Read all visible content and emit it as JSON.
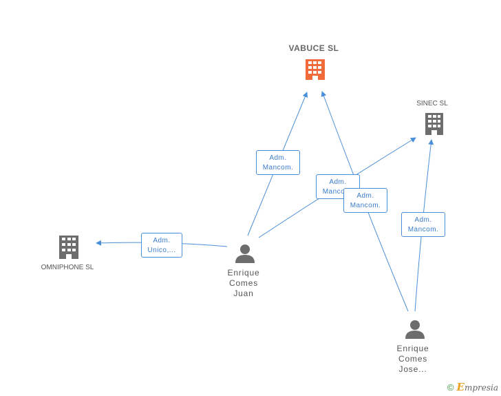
{
  "nodes": {
    "vabuce": {
      "label": "VABUCE SL",
      "icon": "building-icon",
      "color": "#f06a3a"
    },
    "sinec": {
      "label": "SINEC SL",
      "icon": "building-icon",
      "color": "#6d6d6d"
    },
    "omniphone": {
      "label": "OMNIPHONE SL",
      "icon": "building-icon",
      "color": "#6d6d6d"
    },
    "enrique_juan": {
      "line1": "Enrique",
      "line2": "Comes",
      "line3": "Juan",
      "icon": "person-icon"
    },
    "enrique_jose": {
      "line1": "Enrique",
      "line2": "Comes",
      "line3": "Jose...",
      "icon": "person-icon"
    }
  },
  "edges": {
    "juan_vabuce": {
      "line1": "Adm.",
      "line2": "Mancom."
    },
    "juan_sinec": {
      "line1": "Adm.",
      "line2": "Mancom."
    },
    "jose_vabuce": {
      "line1": "Adm.",
      "line2": "Mancom."
    },
    "jose_sinec": {
      "line1": "Adm.",
      "line2": "Mancom."
    },
    "juan_omniphone": {
      "line1": "Adm.",
      "line2": "Unico,..."
    }
  },
  "colors": {
    "edge": "#4a8fd8",
    "person": "#6d6d6d"
  },
  "footer": {
    "copyright": "©",
    "brand_initial": "E",
    "brand_rest": "mpresia"
  }
}
